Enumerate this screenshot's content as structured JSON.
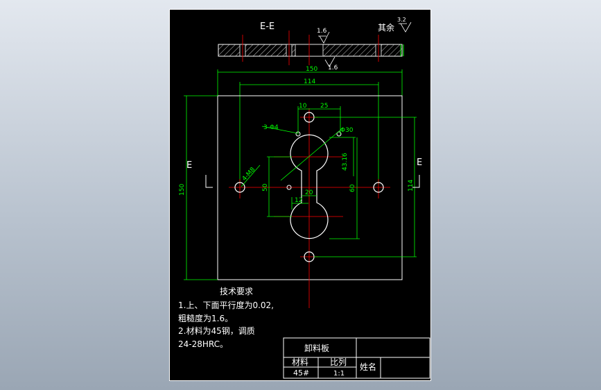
{
  "drawing": {
    "section_label": "E-E",
    "side_mark_left": "E",
    "side_mark_right": "E",
    "roughness_top": "1.6",
    "roughness_bottom": "1.6",
    "roughness_other_prefix": "其余",
    "roughness_other_value": "3.2"
  },
  "dimensions": {
    "width_overall": "150",
    "width_holes": "114",
    "height_overall": "150",
    "height_holes": "114",
    "hole_offset": "10",
    "slot_offset": "25",
    "small_holes": "3-Φ4",
    "large_circle": "Φ30",
    "tapped_holes": "4-M8",
    "slot_depth": "43.16",
    "slot_height_left": "50",
    "slot_height_right": "60",
    "neck_width": "20",
    "neck_width_inner": "12"
  },
  "notes": {
    "heading": "技术要求",
    "line1": "1.上、下面平行度为0.02,",
    "line2": "粗糙度为1.6。",
    "line3": "2.材料为45钢，调质",
    "line4": "24-28HRC。"
  },
  "title_block": {
    "part_name": "卸料板",
    "material_label": "材料",
    "material_value": "45#",
    "scale_label": "比列",
    "scale_value": "1:1",
    "name_label": "姓名"
  },
  "colors": {
    "outline": "#ffffff",
    "dimension": "#00ff00",
    "center_line": "#ff0000",
    "sheet": "#000000"
  }
}
